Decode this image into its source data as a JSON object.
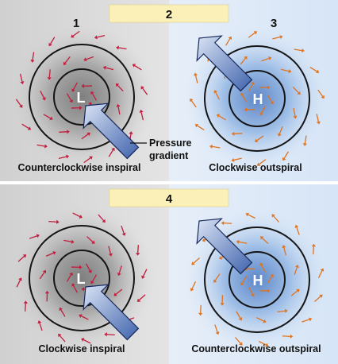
{
  "panels": {
    "top": {
      "banner": "2",
      "left": {
        "number": "1",
        "center": "L",
        "caption": "Counterclockwise inspiral"
      },
      "right": {
        "number": "3",
        "center": "H",
        "caption": "Clockwise outspiral"
      },
      "annotation": "Pressure\ngradient"
    },
    "bottom": {
      "banner": "4",
      "left": {
        "center": "L",
        "caption": "Clockwise inspiral"
      },
      "right": {
        "center": "H",
        "caption": "Counterclockwise outspiral"
      }
    }
  },
  "colors": {
    "low_bg": "#d2d2d2",
    "high_bg": "#dbe8f7",
    "banner": "#fbf1b8",
    "inspiral_arrow": "#c21d3c",
    "outspiral_arrow": "#e0731e",
    "pressure_arrow": "#7898cc",
    "isobar": "#151515"
  }
}
